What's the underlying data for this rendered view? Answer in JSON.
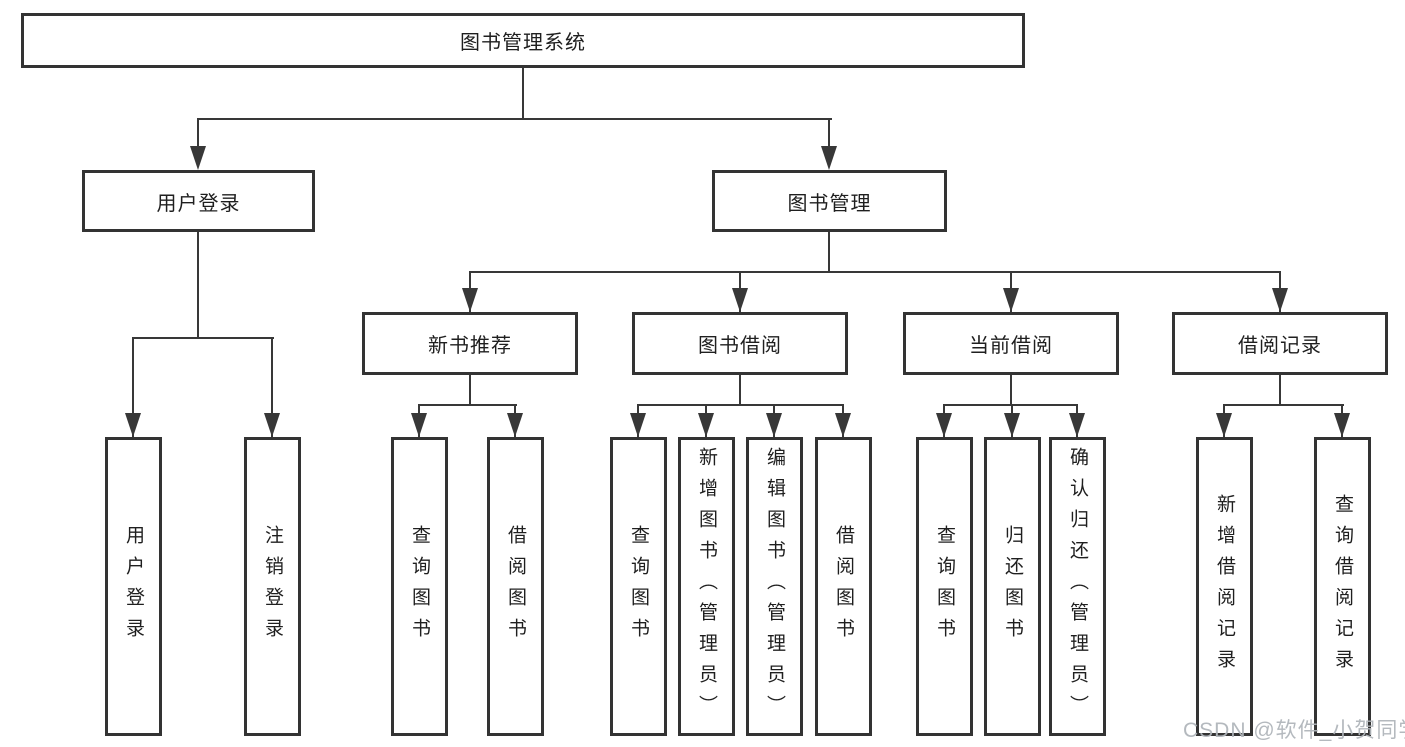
{
  "colors": {
    "background": "#ffffff",
    "box_border": "#333333",
    "line": "#383838",
    "text": "#1f1f1f",
    "watermark": "#b0b5bb"
  },
  "tree": {
    "root": {
      "label": "图书管理系统"
    },
    "branches": [
      {
        "label": "用户登录",
        "children": [
          {
            "label": "用户登录"
          },
          {
            "label": "注销登录"
          }
        ]
      },
      {
        "label": "图书管理",
        "children": [
          {
            "label": "新书推荐",
            "children": [
              {
                "label": "查询图书"
              },
              {
                "label": "借阅图书"
              }
            ]
          },
          {
            "label": "图书借阅",
            "children": [
              {
                "label": "查询图书"
              },
              {
                "label": "新增图书（管理员）"
              },
              {
                "label": "编辑图书（管理员）"
              },
              {
                "label": "借阅图书"
              }
            ]
          },
          {
            "label": "当前借阅",
            "children": [
              {
                "label": "查询图书"
              },
              {
                "label": "归还图书"
              },
              {
                "label": "确认归还（管理员）"
              }
            ]
          },
          {
            "label": "借阅记录",
            "children": [
              {
                "label": "新增借阅记录"
              },
              {
                "label": "查询借阅记录"
              }
            ]
          }
        ]
      }
    ]
  },
  "watermark": {
    "text": "CSDN @软件_小贺同学"
  }
}
